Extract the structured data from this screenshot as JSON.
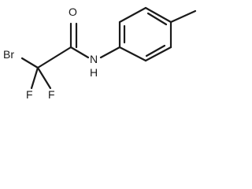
{
  "molecule": {
    "atoms": {
      "br": "Br",
      "f1": "F",
      "f2": "F",
      "o": "O",
      "n": "N",
      "h": "H"
    }
  }
}
